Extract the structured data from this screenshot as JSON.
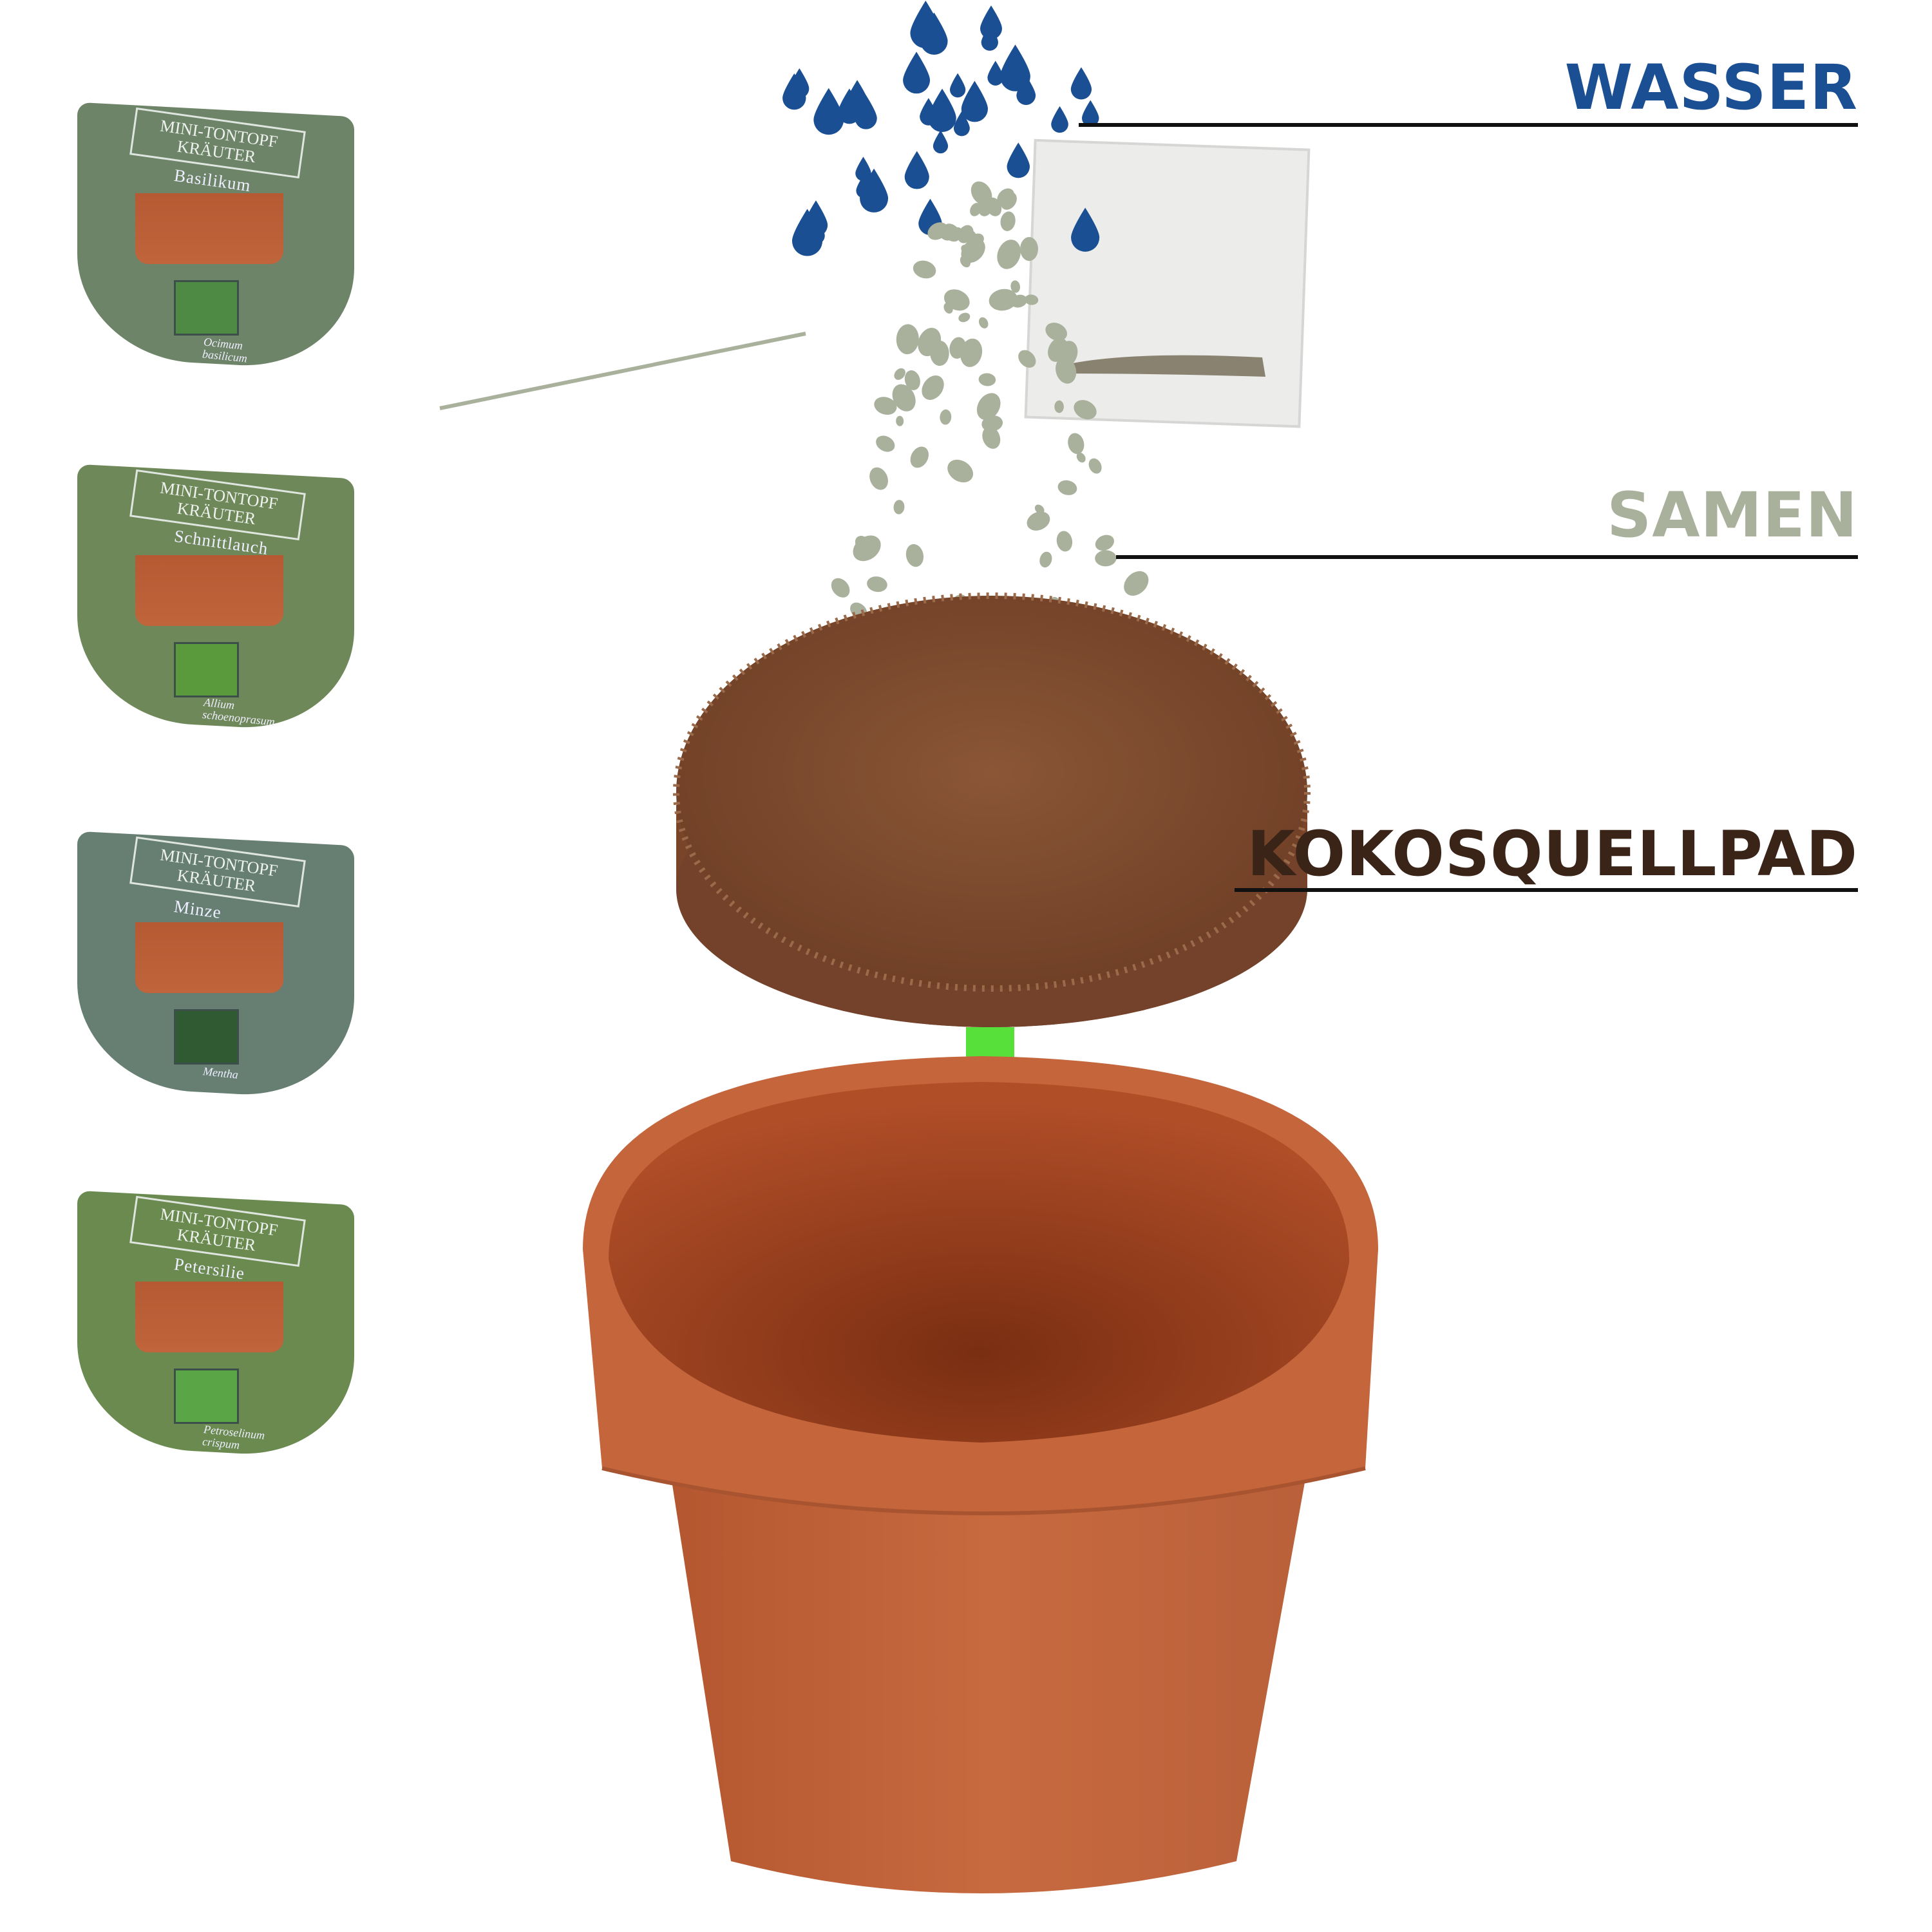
{
  "labels": {
    "water": "WASSER",
    "seeds": "SAMEN",
    "coco_pad": "KOKOSQUELLPAD"
  },
  "colors": {
    "water": "#1a4f93",
    "seeds": "#a9b09c",
    "coco_pad": "#3a2418",
    "arrow": "#3fc81e",
    "pot": "#c0623b"
  },
  "packages": [
    {
      "title_line1": "MINI-TONTOPF",
      "title_line2": "KRÄUTER",
      "name": "Basilikum",
      "latin_line1": "Ocimum",
      "latin_line2": "basilicum",
      "color": "#6e8468",
      "pic": "#4f8a45"
    },
    {
      "title_line1": "MINI-TONTOPF",
      "title_line2": "KRÄUTER",
      "name": "Schnittlauch",
      "latin_line1": "Allium",
      "latin_line2": "schoenoprasum",
      "color": "#6f8859",
      "pic": "#5a9a3d"
    },
    {
      "title_line1": "MINI-TONTOPF",
      "title_line2": "KRÄUTER",
      "name": "Minze",
      "latin_line1": "Mentha",
      "latin_line2": "",
      "color": "#667f72",
      "pic": "#2f5a32"
    },
    {
      "title_line1": "MINI-TONTOPF",
      "title_line2": "KRÄUTER",
      "name": "Petersilie",
      "latin_line1": "Petroselinum",
      "latin_line2": "crispum",
      "color": "#6a8a4f",
      "pic": "#5aa545"
    }
  ]
}
